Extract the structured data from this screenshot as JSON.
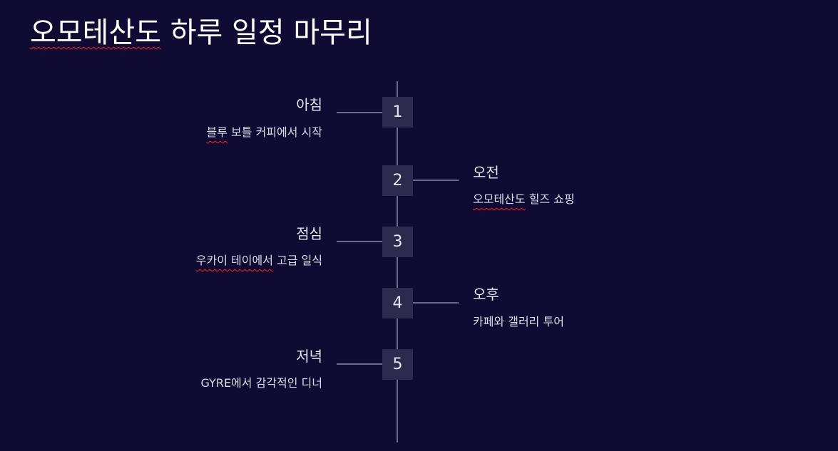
{
  "slide": {
    "title_squiggle": "오모테산도",
    "title_rest": " 하루 일정 마무리"
  },
  "timeline": [
    {
      "number": "1",
      "label": "아침",
      "desc_squiggle": "블루",
      "desc_rest": " 보틀 커피에서 시작"
    },
    {
      "number": "2",
      "label": "오전",
      "desc_squiggle": "오모테산도",
      "desc_rest": " 힐즈 쇼핑"
    },
    {
      "number": "3",
      "label": "점심",
      "desc_squiggle": "우카이 테이에서",
      "desc_rest": " 고급 일식"
    },
    {
      "number": "4",
      "label": "오후",
      "desc_squiggle": "",
      "desc_rest": "카페와 갤러리 투어"
    },
    {
      "number": "5",
      "label": "저녁",
      "desc_squiggle": "",
      "desc_rest": "GYRE에서 감각적인 디너"
    }
  ],
  "colors": {
    "background": "#0f0b33",
    "step_box": "#2d2a4e",
    "line": "#6d6a8a",
    "spellcheck": "#e0303a"
  }
}
